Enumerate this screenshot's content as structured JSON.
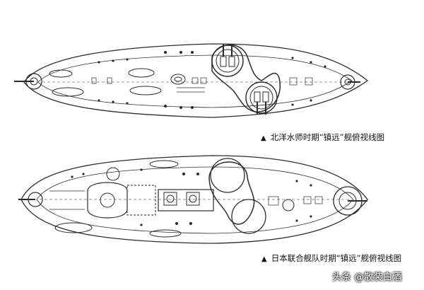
{
  "captions": {
    "top": "北洋水师时期“镇远”舰俯视线图",
    "bottom": "日本联合舰队时期“镇远”舰俯视线图",
    "marker": "▲"
  },
  "watermark": "头条 @散装白酒",
  "colors": {
    "line": "#2b2b2b",
    "background": "#ffffff"
  }
}
